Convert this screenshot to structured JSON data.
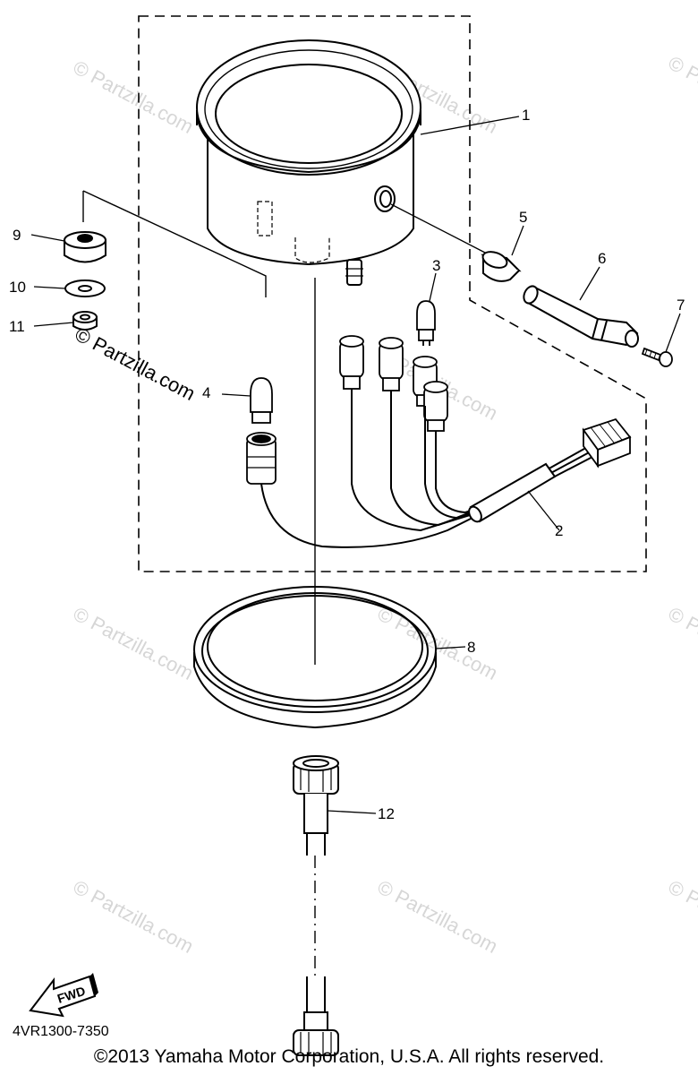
{
  "diagram": {
    "code": "4VR1300-7350",
    "copyright": "©2013 Yamaha Motor Corporation, U.S.A. All rights reserved.",
    "fwd_label": "FWD",
    "watermark": "© Partzilla.com",
    "callouts": [
      "1",
      "2",
      "3",
      "4",
      "5",
      "6",
      "7",
      "8",
      "9",
      "10",
      "11",
      "12"
    ]
  }
}
